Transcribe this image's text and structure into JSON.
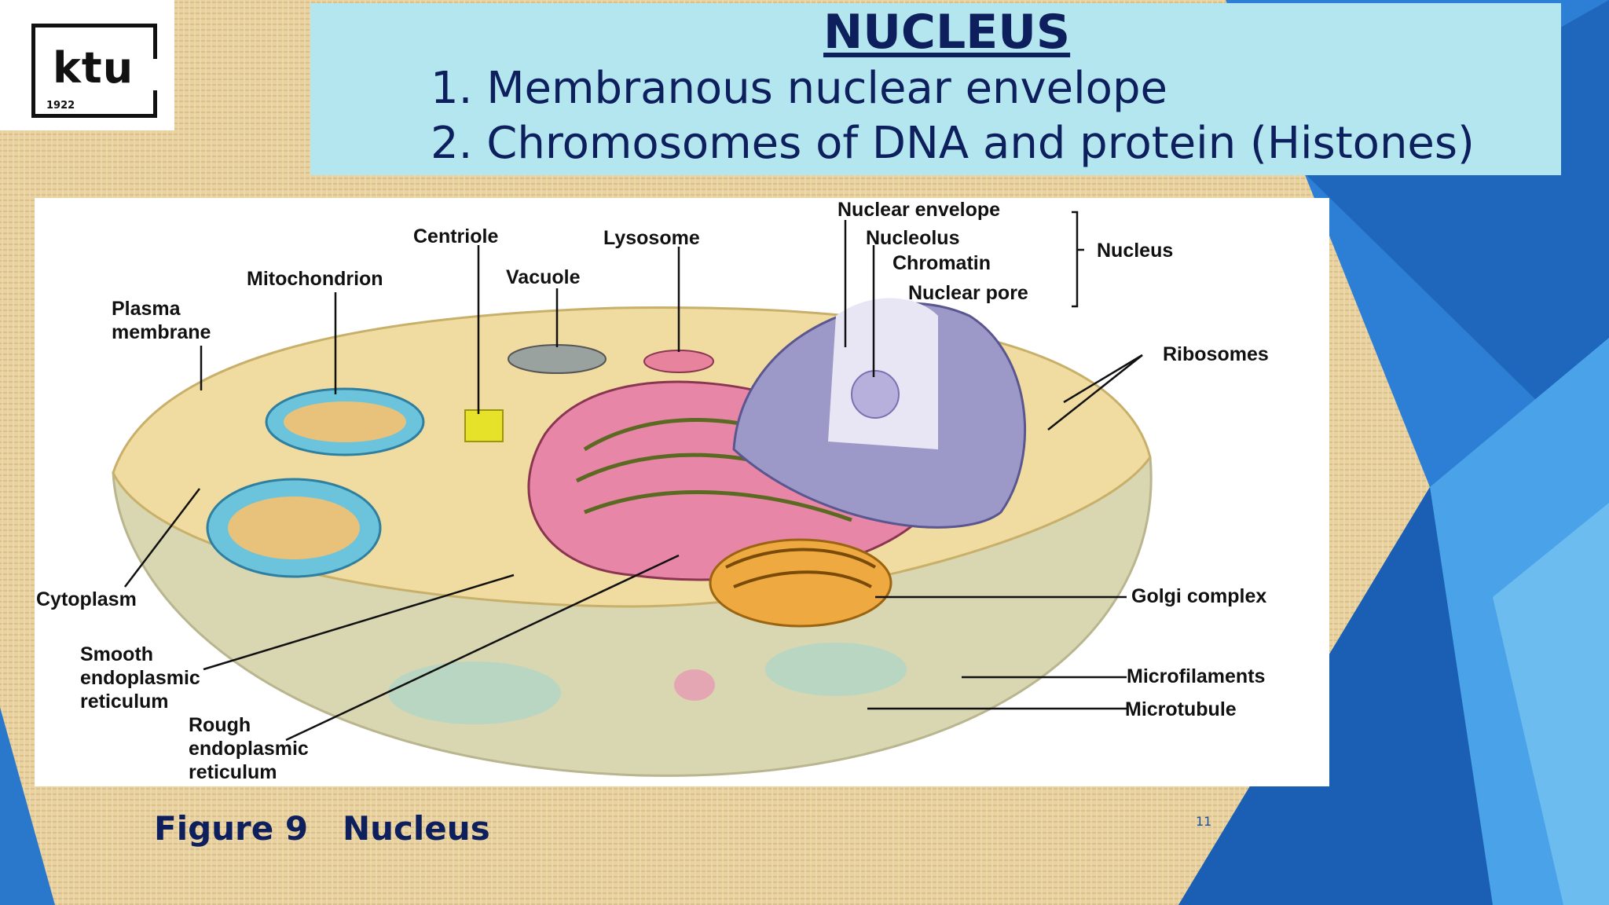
{
  "logo": {
    "text": "ktu",
    "year": "1922"
  },
  "header": {
    "title": "NUCLEUS",
    "points": [
      "1. Membranous nuclear envelope",
      "2. Chromosomes of DNA and protein (Histones)"
    ]
  },
  "figure": {
    "labels": {
      "plasma_membrane": "Plasma\nmembrane",
      "mitochondrion": "Mitochondrion",
      "centriole": "Centriole",
      "vacuole": "Vacuole",
      "lysosome": "Lysosome",
      "nuclear_envelope": "Nuclear envelope",
      "nucleolus": "Nucleolus",
      "chromatin": "Chromatin",
      "nuclear_pore": "Nuclear pore",
      "nucleus": "Nucleus",
      "ribosomes": "Ribosomes",
      "cytoplasm": "Cytoplasm",
      "smooth_er": "Smooth\nendoplasmic\nreticulum",
      "rough_er": "Rough\nendoplasmic\nreticulum",
      "golgi_complex": "Golgi complex",
      "microfilaments": "Microfilaments",
      "microtubule": "Microtubule"
    }
  },
  "caption": "Figure 9   Nucleus",
  "page_number": "11",
  "colors": {
    "header_bg": "#b3e6ef",
    "text_navy": "#0d1f5c",
    "blue_accent": "#1e6fc8",
    "background": "#e8d2a0"
  }
}
